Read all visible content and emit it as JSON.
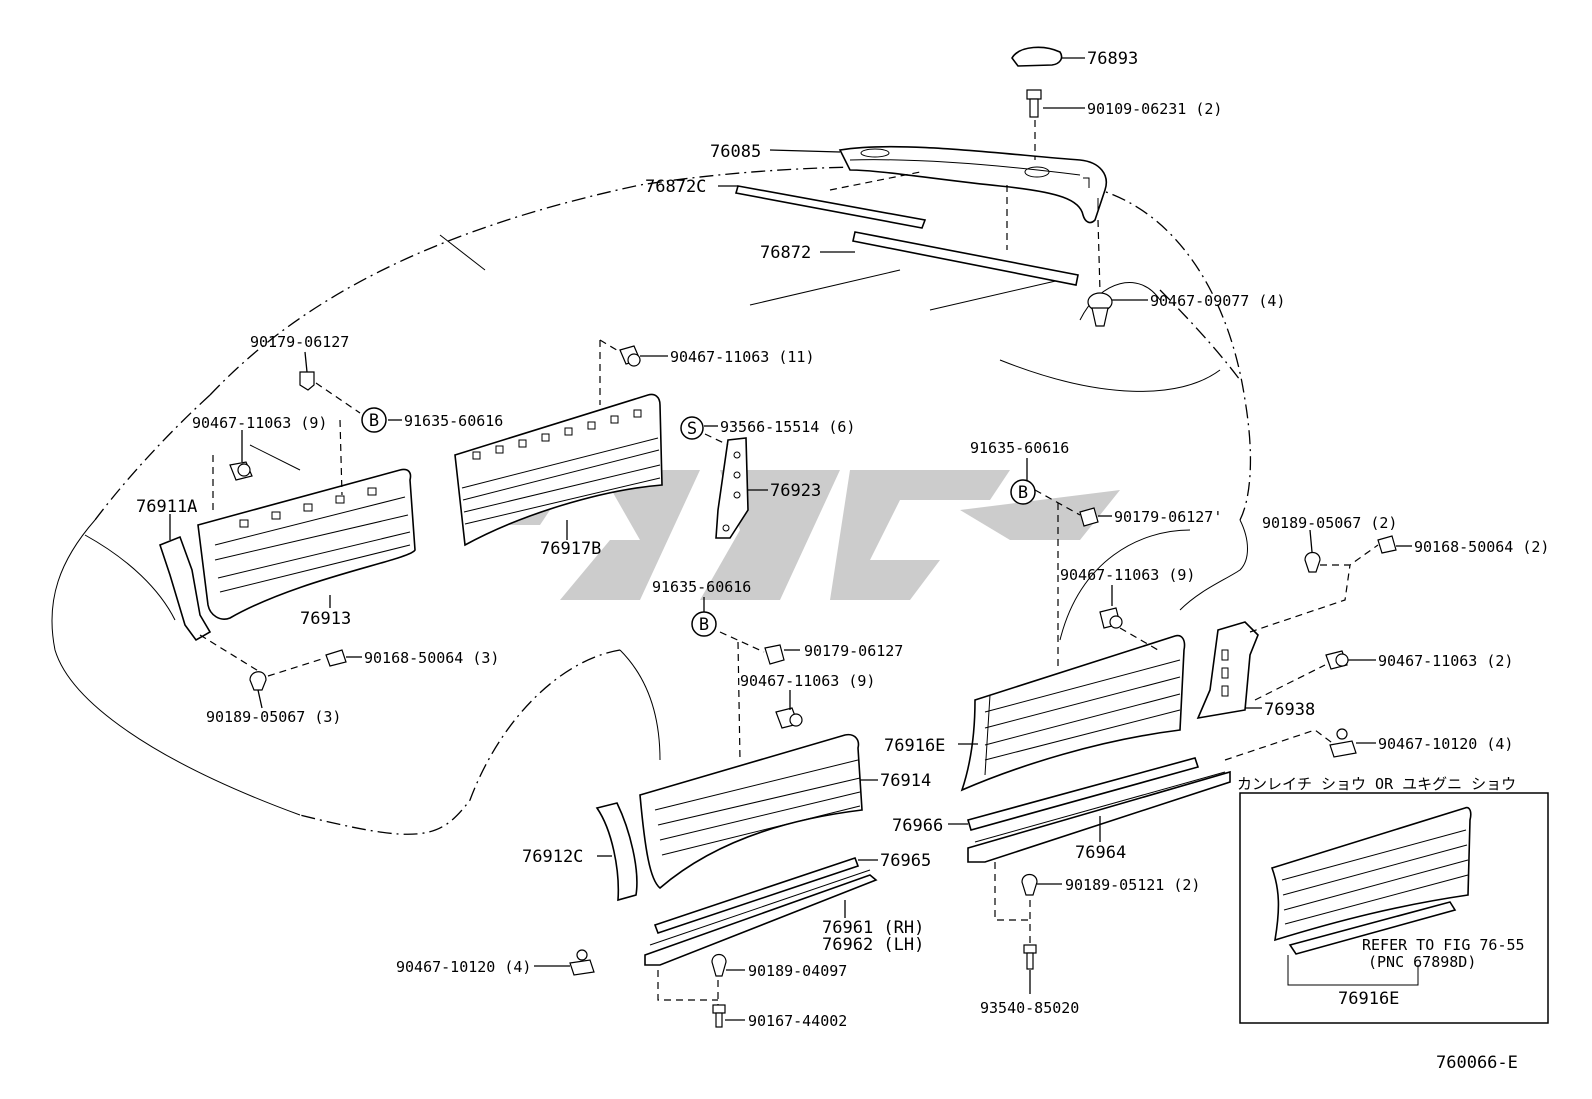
{
  "labels": {
    "p76893": "76893",
    "p90109": "90109-06231 (2)",
    "p76085": "76085",
    "p76872c": "76872C",
    "p76872": "76872",
    "p90467_09077": "90467-09077 (4)",
    "p90179_06127_a": "90179-06127",
    "p90467_11063_11": "90467-11063 (11)",
    "p91635_a": "91635-60616",
    "p90467_11063_9a": "90467-11063 (9)",
    "p93566": "93566-15514 (6)",
    "p76923": "76923",
    "p76911a": "76911A",
    "p76917b": "76917B",
    "p76913": "76913",
    "p90168_3": "90168-50064 (3)",
    "p90189_3": "90189-05067 (3)",
    "p91635_b": "91635-60616",
    "p90179_b": "90179-06127",
    "p90467_11063_9b": "90467-11063 (9)",
    "p76914": "76914",
    "p76912c": "76912C",
    "p76965": "76965",
    "p76961": "76961 (RH)",
    "p76962": "76962 (LH)",
    "p90467_10120_a": "90467-10120 (4)",
    "p90189_04097": "90189-04097",
    "p90167": "90167-44002",
    "p91635_c": "91635-60616",
    "p90179_c": "90179-06127'",
    "p90467_11063_9c": "90467-11063 (9)",
    "p90189_2": "90189-05067 (2)",
    "p90168_2": "90168-50064 (2)",
    "p90467_11063_2": "90467-11063 (2)",
    "p76938": "76938",
    "p90467_10120_b": "90467-10120 (4)",
    "p76916e": "76916E",
    "p76966": "76966",
    "p76964": "76964",
    "p90189_05121": "90189-05121 (2)",
    "p93540": "93540-85020",
    "b_symbol": "B",
    "s_symbol": "S"
  },
  "inset": {
    "title": "カンレイチ ショウ OR ユキグニ ショウ",
    "refer_line1": "REFER TO FIG 76-55",
    "refer_line2": "(PNC 67898D)",
    "part": "76916E"
  },
  "figure_code": "760066-E"
}
